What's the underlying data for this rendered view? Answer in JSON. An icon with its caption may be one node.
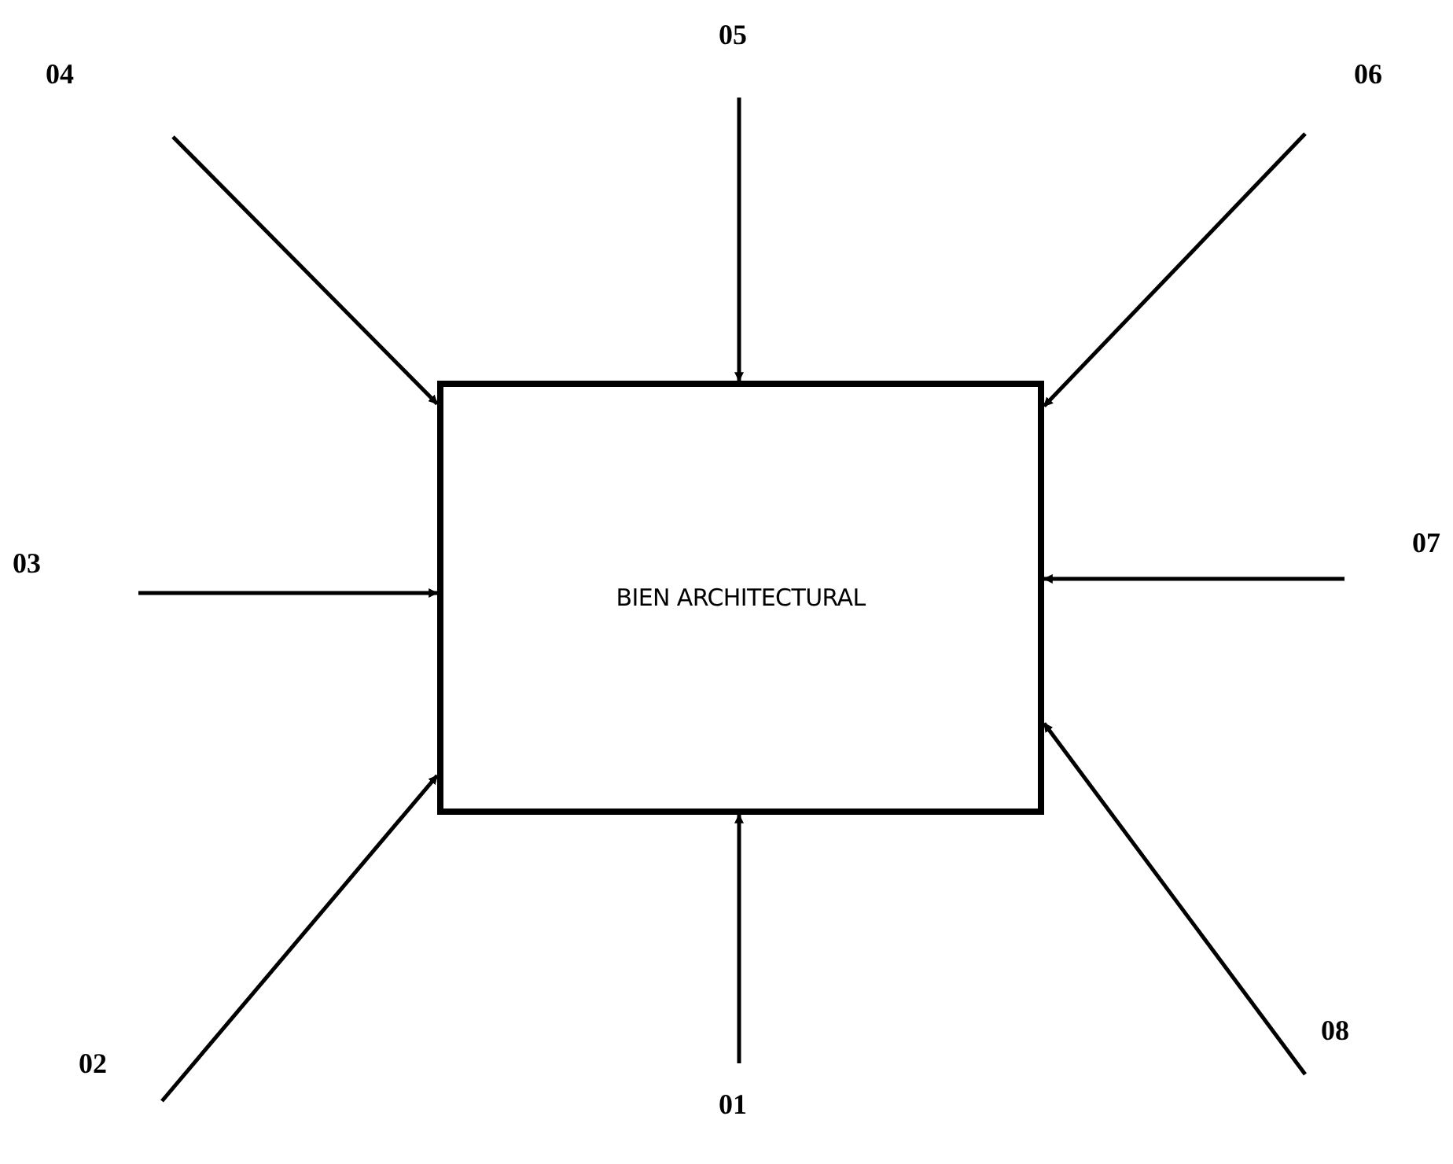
{
  "diagram": {
    "nodes": [
      {
        "text": [
          "BIEN ARCHITECTURAL"
        ]
      },
      {
        "text": [
          "01"
        ]
      },
      {
        "text": [
          "02"
        ]
      },
      {
        "text": [
          "03"
        ]
      },
      {
        "text": [
          "04"
        ]
      },
      {
        "text": [
          "05"
        ]
      },
      {
        "text": [
          "06"
        ]
      },
      {
        "text": [
          "07"
        ]
      },
      {
        "text": [
          "08"
        ]
      }
    ],
    "edges": [
      {
        "from": 1,
        "to": 0,
        "arrow": "to"
      },
      {
        "from": 2,
        "to": 0,
        "arrow": "to"
      },
      {
        "from": 3,
        "to": 0,
        "arrow": "to"
      },
      {
        "from": 4,
        "to": 0,
        "arrow": "to"
      },
      {
        "from": 5,
        "to": 0,
        "arrow": "to"
      },
      {
        "from": 6,
        "to": 0,
        "arrow": "to"
      },
      {
        "from": 7,
        "to": 0,
        "arrow": "to"
      },
      {
        "from": 8,
        "to": 0,
        "arrow": "to"
      }
    ]
  }
}
